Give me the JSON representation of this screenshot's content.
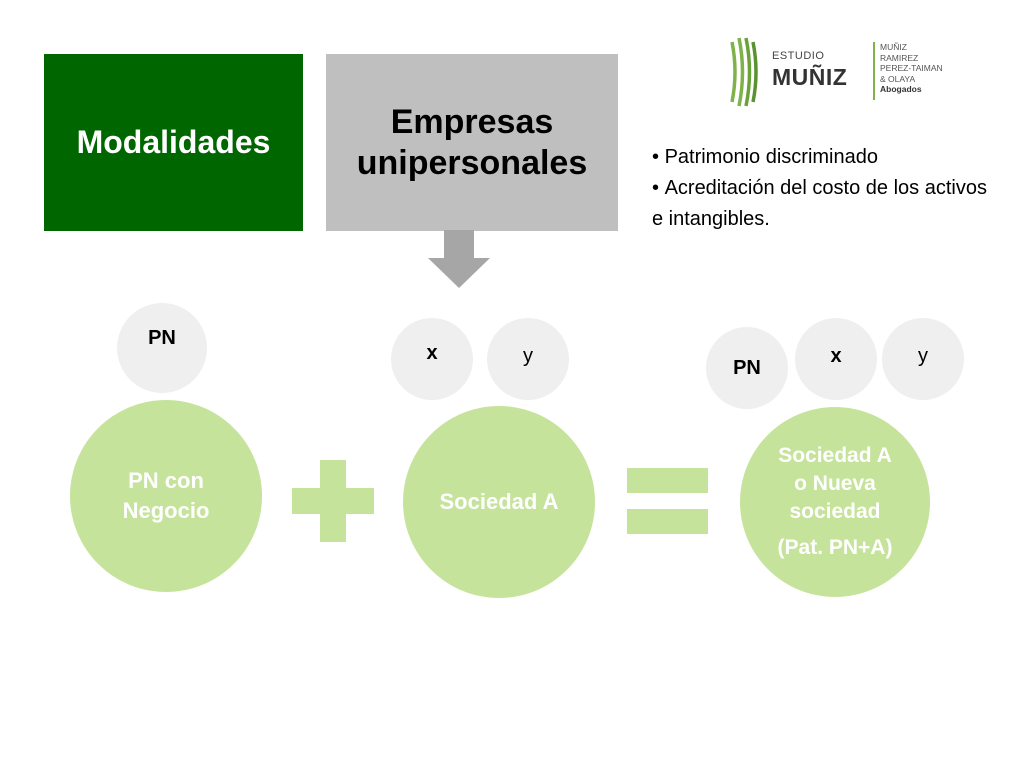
{
  "header": {
    "modalidades_label": "Modalidades",
    "empresas_line1": "Empresas",
    "empresas_line2": "unipersonales"
  },
  "bullets": [
    "Patrimonio discriminado",
    "Acreditación del costo de los activos e intangibles."
  ],
  "logo": {
    "estudio": "ESTUDIO",
    "muniz": "MUÑIZ",
    "firm_lines": [
      "MUÑIZ",
      "RAMIREZ",
      "PEREZ-TAIMAN",
      "& OLAYA"
    ],
    "abogados": "Abogados"
  },
  "diagram": {
    "left_owner": "PN",
    "middle_owners": [
      "x",
      "y"
    ],
    "right_owners": [
      "PN",
      "x",
      "y"
    ],
    "left_entity": "PN con Negocio",
    "middle_entity": "Sociedad A",
    "result_entity": "Sociedad A o Nueva sociedad",
    "result_note": "(Pat. PN+A)"
  },
  "colors": {
    "modalidades_bg": "#006600",
    "empresas_bg": "#bfbfbf",
    "circle_green": "#c6e39c",
    "circle_gray": "#efefef",
    "logo_green": "#7fb24a"
  }
}
